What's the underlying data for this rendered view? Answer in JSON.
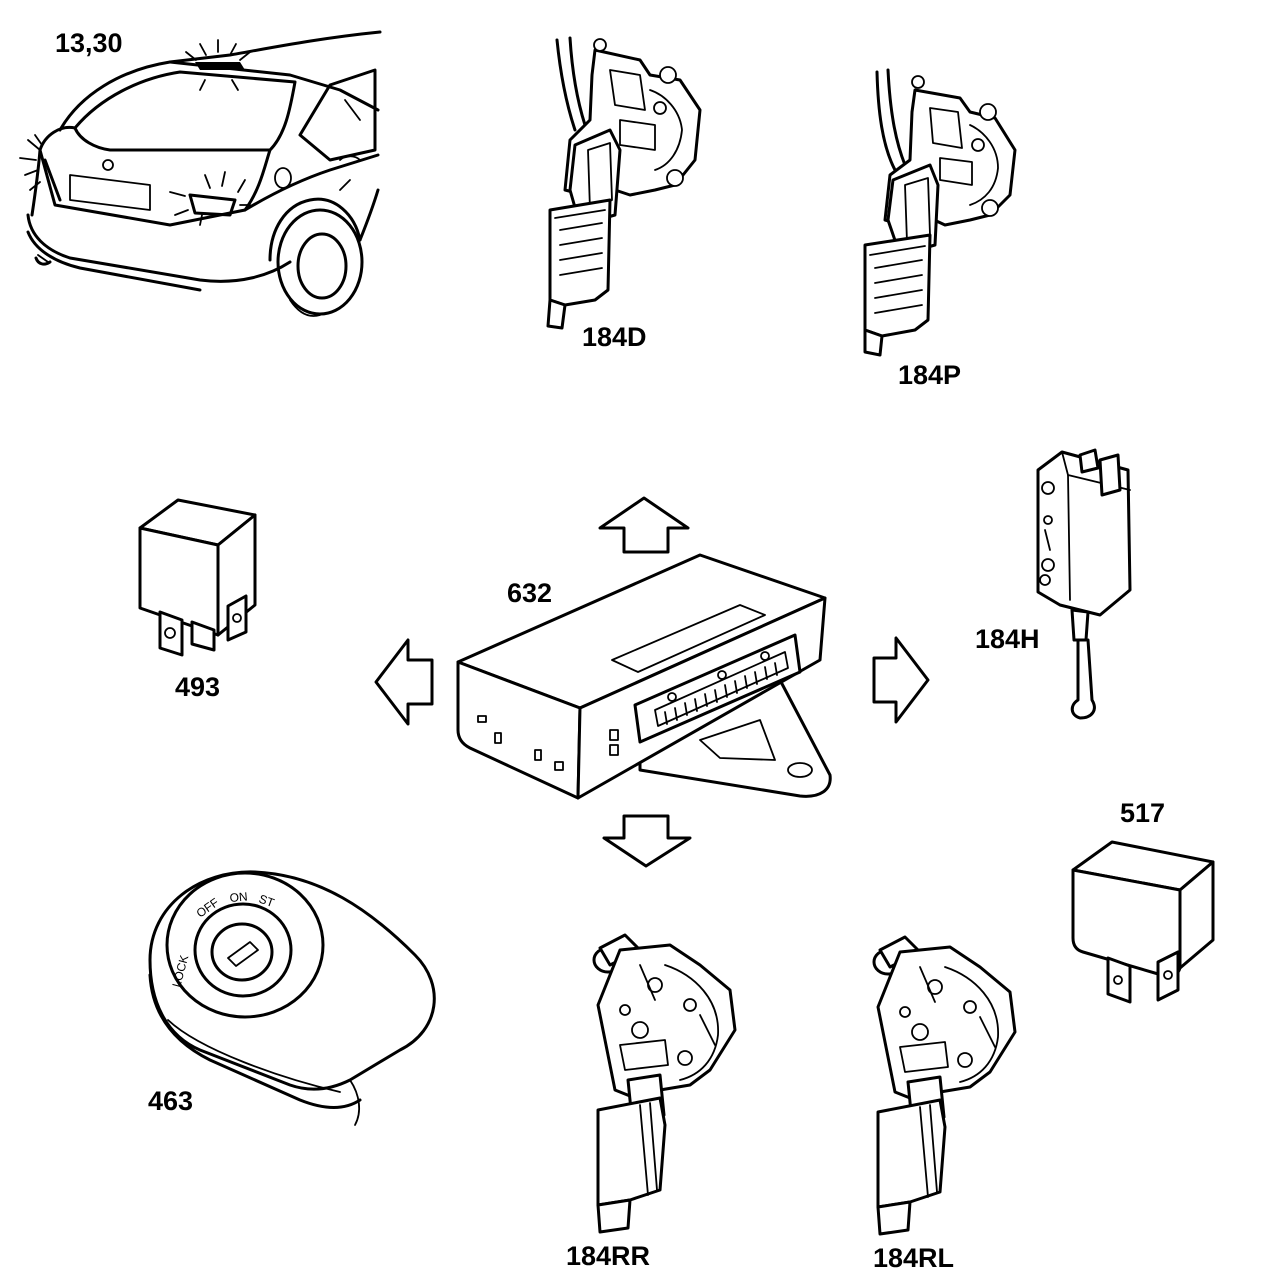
{
  "labels": {
    "car_lights": "13,30",
    "lock_front_left": "184D",
    "lock_front_right": "184P",
    "rear_hatch_lock": "184H",
    "relay_493": "493",
    "control_module": "632",
    "relay_517": "517",
    "ignition_switch": "463",
    "lock_rear_right": "184RR",
    "lock_rear_left": "184RL"
  },
  "ignition": {
    "positions": [
      "LOCK",
      "OFF",
      "ON",
      "ST"
    ]
  }
}
